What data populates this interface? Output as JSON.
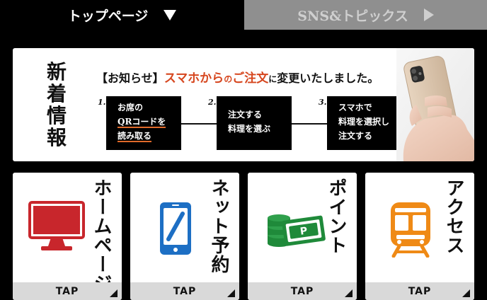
{
  "tabs": {
    "home": {
      "label": "トップページ"
    },
    "sns": {
      "label": "SNS&トピックス"
    }
  },
  "news": {
    "title": "新着情報",
    "headline": {
      "prefix": "【お知らせ】",
      "highlight_a": "スマホから",
      "particle": "の",
      "highlight_b": "ご注文",
      "suffix_small": "に",
      "suffix": "変更いたしました。"
    },
    "steps": [
      {
        "num": "1.",
        "lines": [
          "お席の",
          "QRコードを",
          "読み取る"
        ]
      },
      {
        "num": "2.",
        "lines": [
          "注文する",
          "料理を選ぶ"
        ]
      },
      {
        "num": "3.",
        "lines": [
          "スマホで",
          "料理を選択し",
          "注文する"
        ]
      }
    ]
  },
  "cards": [
    {
      "label": "ホームページ",
      "tap": "TAP",
      "icon": "monitor-icon",
      "color": "#c8262c"
    },
    {
      "label": "ネット予約",
      "tap": "TAP",
      "icon": "smartphone-icon",
      "color": "#1d6fc4"
    },
    {
      "label": "ポイント",
      "tap": "TAP",
      "icon": "points-money-icon",
      "color": "#1f8a3a"
    },
    {
      "label": "アクセス",
      "tap": "TAP",
      "icon": "train-icon",
      "color": "#ef8a16"
    }
  ]
}
